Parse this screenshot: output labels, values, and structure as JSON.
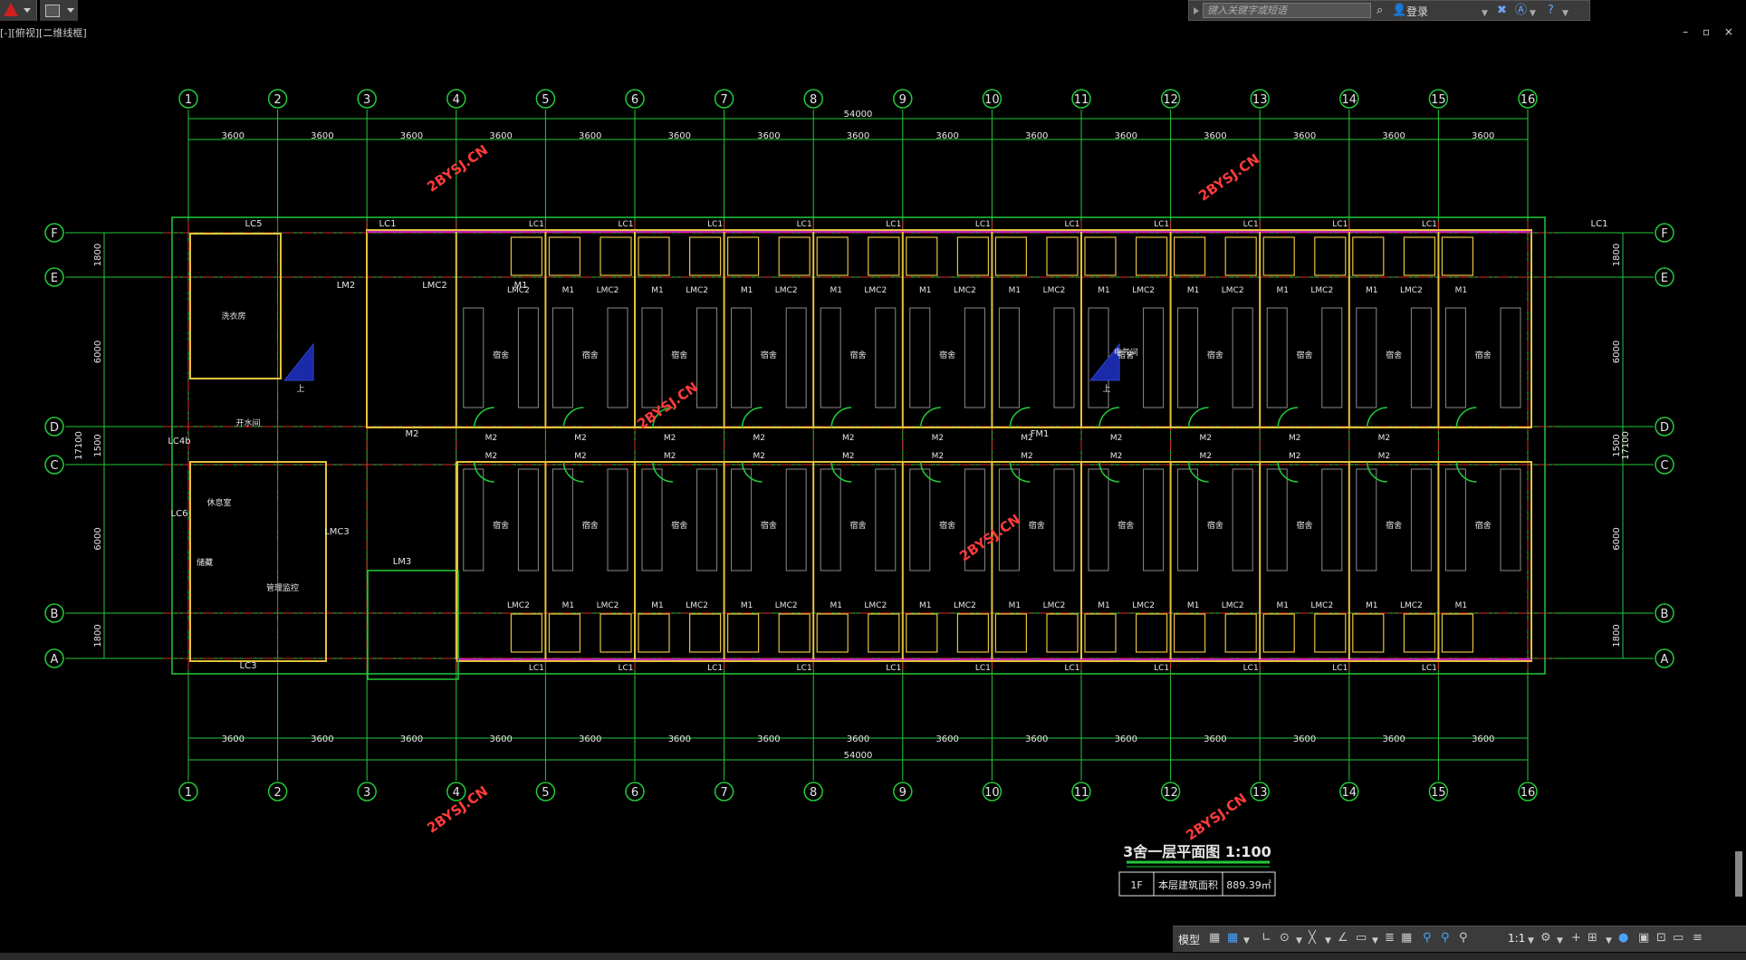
{
  "infocenter": {
    "search_placeholder": "键入关键字或短语",
    "login_label": "登录"
  },
  "drawing_header": "[-][俯视][二维线框]",
  "window_controls": "– ▫ ×",
  "grid_columns": [
    "1",
    "2",
    "3",
    "4",
    "5",
    "6",
    "7",
    "8",
    "9",
    "10",
    "11",
    "12",
    "13",
    "14",
    "15",
    "16"
  ],
  "grid_rows": [
    "F",
    "E",
    "D",
    "C",
    "B",
    "A"
  ],
  "dimensions": {
    "bay": "3600",
    "total_length": "54000",
    "total_depth": "17100",
    "side_rows": [
      "1800",
      "6000",
      "1500",
      "6000",
      "1800"
    ]
  },
  "rooms": {
    "dorm": "宿舍",
    "laundry": "洗衣房",
    "water_room": "开水间",
    "electric_room": "电气间",
    "rest_room": "休息室",
    "storage": "储藏",
    "management": "管理监控"
  },
  "door_window_labels": [
    "LC5",
    "LC1",
    "LM2",
    "LMC2",
    "M1",
    "M2",
    "FM1",
    "LC4b",
    "LC6",
    "LMC3",
    "LM3",
    "LC3",
    "LC1"
  ],
  "stair_label": "上",
  "watermark": "2BYSJ.CN",
  "plan_title": "3舍一层平面图 1:100",
  "area_table": {
    "floor": "1F",
    "label": "本层建筑面积",
    "value": "889.39㎡"
  },
  "statusbar": {
    "model_tab": "模型",
    "scale": "1:1"
  },
  "colors": {
    "axis_green": "#22c93a",
    "wall_yellow": "#e5c23c",
    "window_magenta": "#c41fc0",
    "text_white": "#e6e6e6",
    "axis_red": "#d52a2a",
    "watermark_red": "#ff3b3b"
  }
}
